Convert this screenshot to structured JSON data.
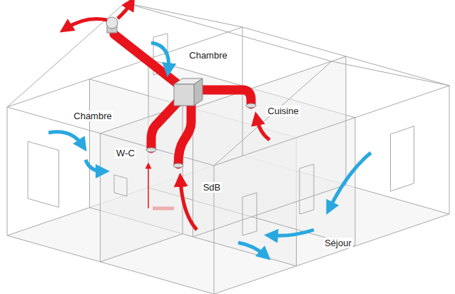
{
  "diagram": {
    "labels": [
      "Chambre",
      "Cuisine",
      "Chambre",
      "W-C",
      "SdB",
      "Séjour"
    ]
  }
}
